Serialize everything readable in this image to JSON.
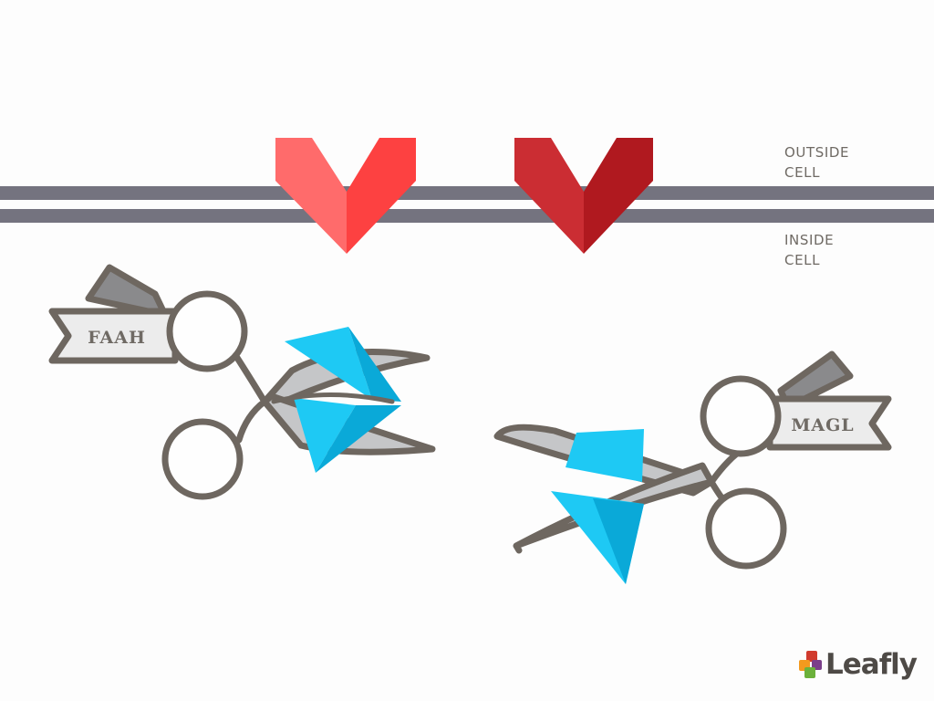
{
  "labels": {
    "outside": [
      "OUTSIDE",
      "CELL"
    ],
    "inside": [
      "INSIDE",
      "CELL"
    ]
  },
  "enzymes": {
    "left": "FAAH",
    "right": "MAGL"
  },
  "brand": {
    "name": "Leafly"
  },
  "colors": {
    "membrane": "#74737f",
    "receptor_light": "#ff5252",
    "receptor_dark": "#c4262b",
    "scissors_outline": "#6e6760",
    "blade_fill": "#c5c6c8",
    "cannabinoid_light": "#1ec9f4",
    "cannabinoid_dark": "#0aa9d8",
    "tag_fill": "#ececec",
    "arrow_fill": "#8a8a8c",
    "logo_red": "#d13b2e",
    "logo_orange": "#f39a1e",
    "logo_green": "#6bb13b",
    "logo_purple": "#7b3f8a"
  },
  "icons": [
    "receptor-icon",
    "scissors-icon",
    "cannabinoid-icon",
    "arrow-icon",
    "leafly-logo-icon"
  ]
}
